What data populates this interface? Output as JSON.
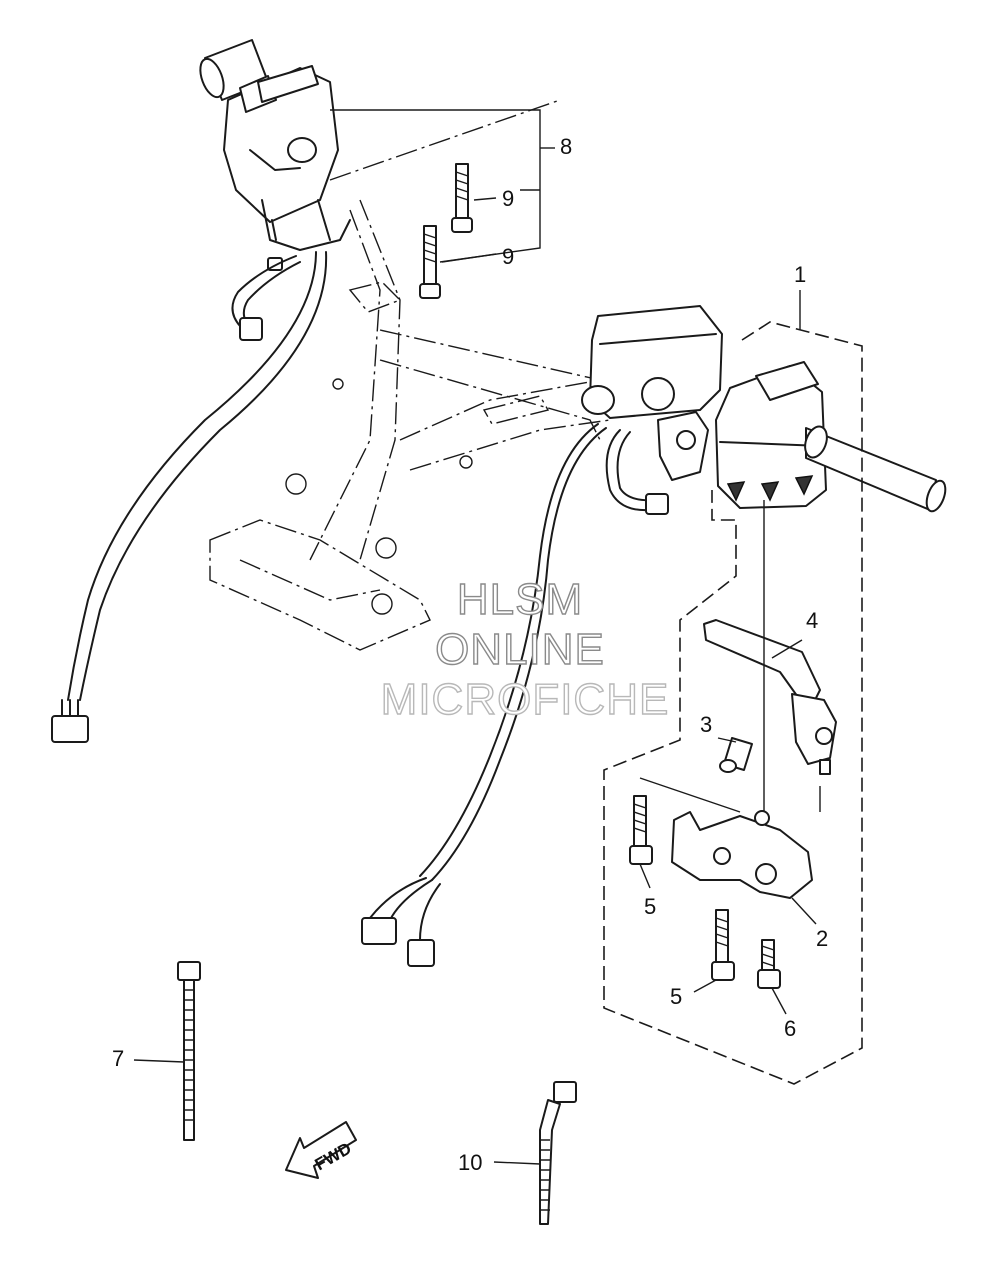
{
  "watermark": {
    "line1": "HLSM",
    "line2": "ONLINE",
    "line3": "MICROFICHE"
  },
  "direction_label": "FWD",
  "callouts": [
    {
      "id": "c1",
      "label": "1"
    },
    {
      "id": "c2",
      "label": "2"
    },
    {
      "id": "c3",
      "label": "3"
    },
    {
      "id": "c4",
      "label": "4"
    },
    {
      "id": "c5a",
      "label": "5"
    },
    {
      "id": "c5b",
      "label": "5"
    },
    {
      "id": "c6",
      "label": "6"
    },
    {
      "id": "c7",
      "label": "7"
    },
    {
      "id": "c8",
      "label": "8"
    },
    {
      "id": "c9a",
      "label": "9"
    },
    {
      "id": "c9b",
      "label": "9"
    },
    {
      "id": "c10",
      "label": "10"
    }
  ],
  "colors": {
    "line": "#1a1a1a",
    "background": "#ffffff",
    "watermark_outline": "#8a8a8a"
  }
}
